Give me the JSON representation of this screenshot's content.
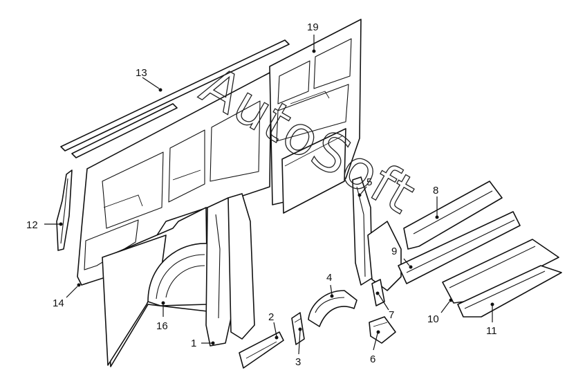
{
  "diagram": {
    "watermark": "AutoSoft",
    "callouts": [
      "1",
      "2",
      "3",
      "4",
      "5",
      "6",
      "7",
      "8",
      "9",
      "10",
      "11",
      "12",
      "13",
      "14",
      "16",
      "19"
    ],
    "colors": {
      "line": "#111111",
      "background": "#ffffff"
    }
  }
}
